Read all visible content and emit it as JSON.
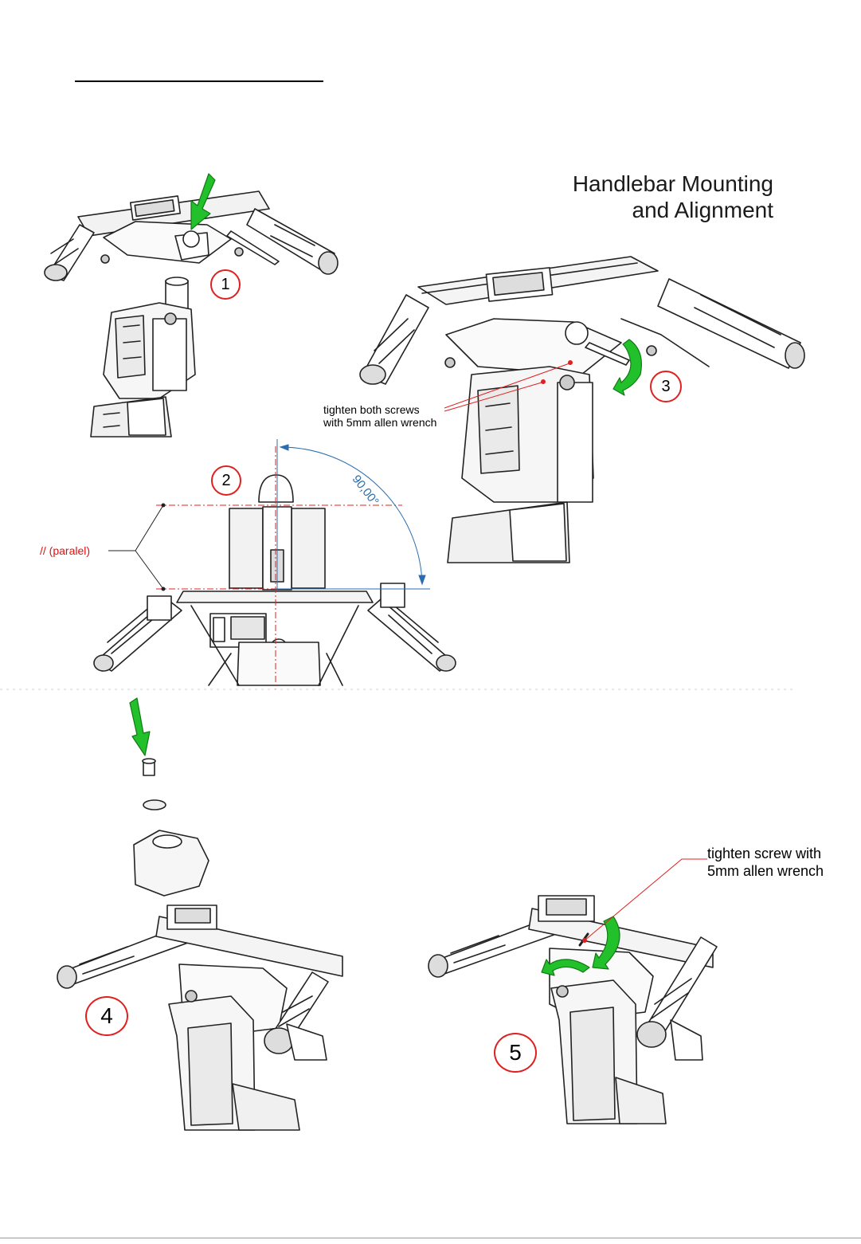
{
  "title": {
    "line1": "Handlebar Mounting",
    "line2": "and Alignment"
  },
  "notes": {
    "step3_line1": "tighten both screws",
    "step3_line2": "with 5mm allen wrench",
    "step5_line1": "tighten screw with",
    "step5_line2": "5mm allen wrench",
    "paralel": "// (paralel)",
    "angle": "90,00°"
  },
  "steps": [
    "1",
    "2",
    "3",
    "4",
    "5"
  ],
  "colors": {
    "arrow": "#22c02a",
    "annotation": "#e02020",
    "dimension": "#2a6db0",
    "drawing": "#222222"
  },
  "icons": [
    "down-arrow-icon",
    "rotate-arrow-icon",
    "display-unit-icon"
  ]
}
